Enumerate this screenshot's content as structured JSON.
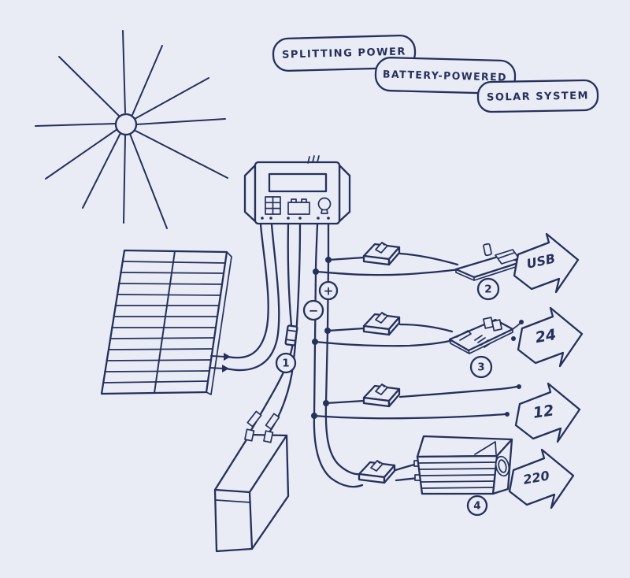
{
  "colors": {
    "paper": "#e9ecf4",
    "ink": "#26305c"
  },
  "bubbles": [
    {
      "label": "SPLITTING POWER"
    },
    {
      "label": "BATTERY-POWERED"
    },
    {
      "label": "SOLAR SYSTEM"
    }
  ],
  "polarity": {
    "plus": "+",
    "minus": "−"
  },
  "callouts": {
    "c1": "1",
    "c2": "2",
    "c3": "3",
    "c4": "4"
  },
  "outputs": {
    "usb": "USB",
    "out24": "24",
    "out12": "12",
    "out220": "220"
  }
}
